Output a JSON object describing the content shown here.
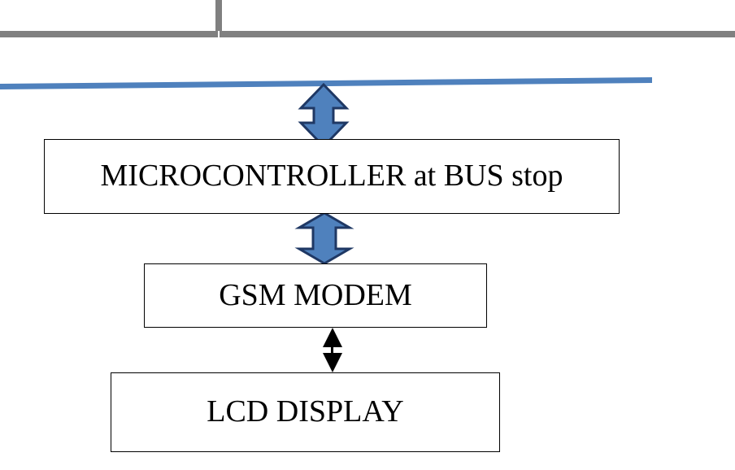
{
  "diagram": {
    "title": "",
    "blocks": [
      {
        "id": "mcu",
        "label": "MICROCONTROLLER at BUS stop"
      },
      {
        "id": "gsm",
        "label": "GSM MODEM"
      },
      {
        "id": "lcd",
        "label": "LCD DISPLAY"
      }
    ],
    "connections": [
      {
        "from": "bus-line",
        "to": "mcu",
        "type": "bidirectional",
        "style": "block-arrow"
      },
      {
        "from": "mcu",
        "to": "gsm",
        "type": "bidirectional",
        "style": "block-arrow"
      },
      {
        "from": "gsm",
        "to": "lcd",
        "type": "bidirectional",
        "style": "solid-triangle-arrow"
      }
    ],
    "colors": {
      "bus_line": "#4f81bd",
      "block_arrow_fill": "#4f81bd",
      "block_arrow_stroke": "#1f3864",
      "page_rule": "#808080",
      "box_border": "#000000",
      "small_arrow": "#000000"
    }
  }
}
